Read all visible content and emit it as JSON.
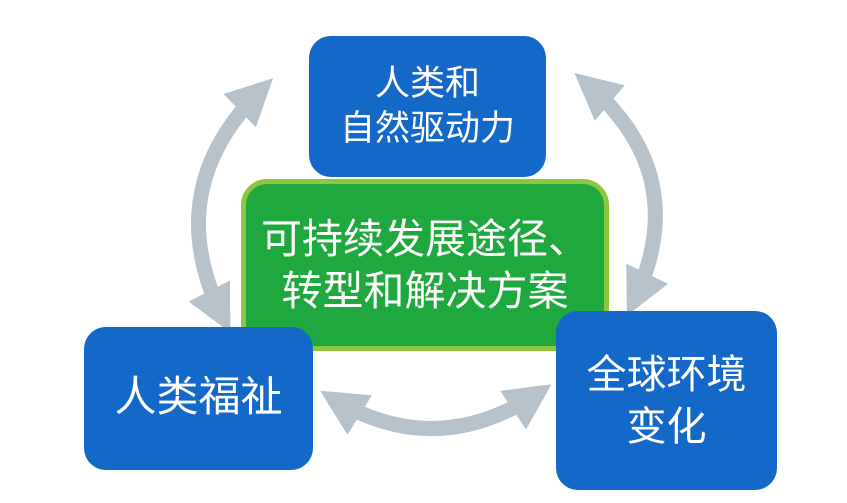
{
  "boxes": {
    "drivers": {
      "line1": "人类和",
      "line2": "自然驱动力"
    },
    "pathways": {
      "line1": "可持续发展途径、",
      "line2": "转型和解决方案"
    },
    "wellbeing": {
      "label": "人类福祉"
    },
    "environment": {
      "line1": "全球环境",
      "line2": "变化"
    }
  },
  "colors": {
    "box_blue": "#1468c8",
    "box_green": "#1fa83e",
    "box_green_border": "#8dc63f",
    "arrow_gray": "#b7c1ca"
  }
}
